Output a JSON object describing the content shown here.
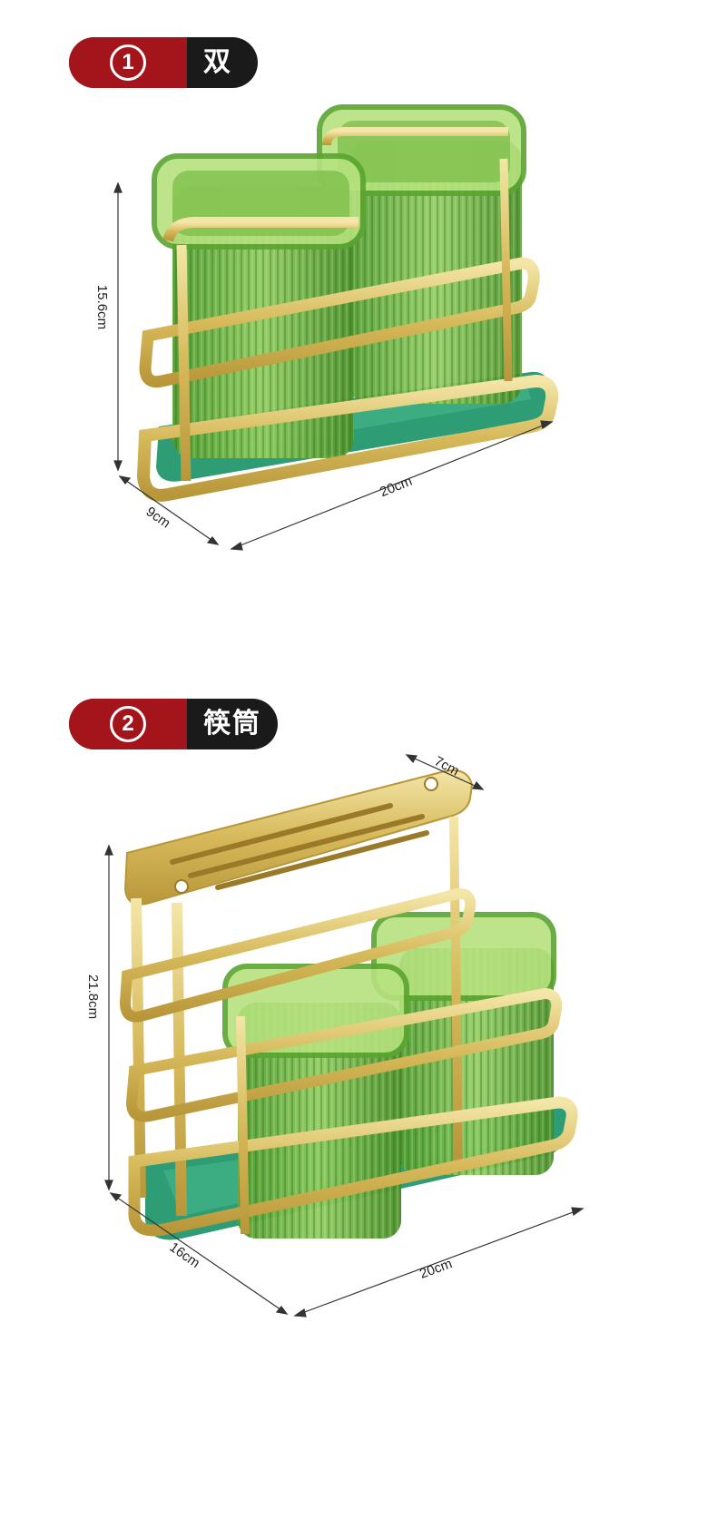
{
  "section1": {
    "number": "1",
    "title": "双筷筒",
    "dims": {
      "height": "15.6cm",
      "depth": "9cm",
      "width": "20cm"
    }
  },
  "section2": {
    "number": "2",
    "title": "筷筒刀架",
    "dims": {
      "top": "7cm",
      "height": "21.8cm",
      "depth": "16cm",
      "width": "20cm"
    }
  },
  "colors": {
    "badge_red": "#a3141b",
    "pill_dark": "#1a1a1a",
    "gold": "#d9c26a",
    "glass_green": "#5da83a",
    "tray_teal": "#2e9c74"
  }
}
